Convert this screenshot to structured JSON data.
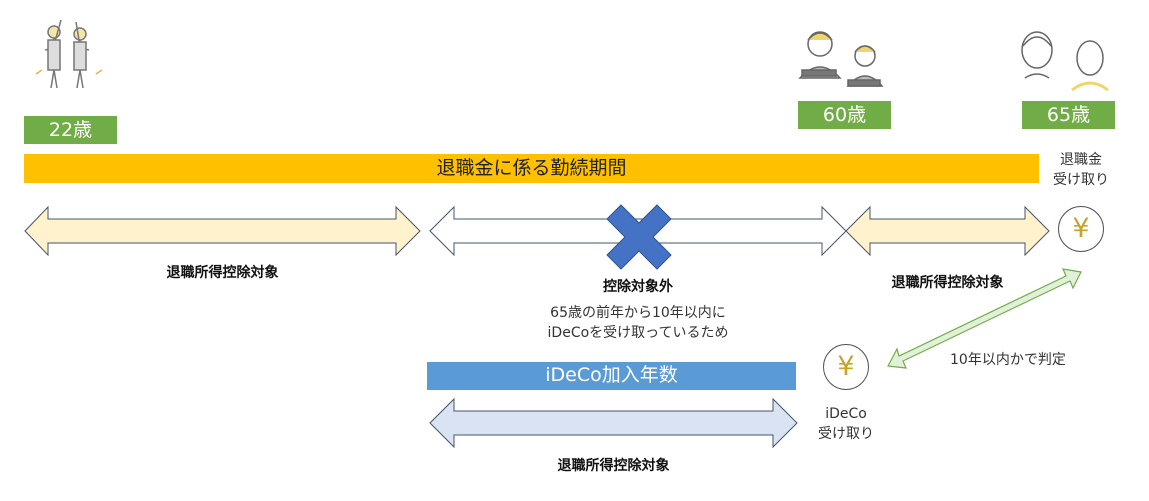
{
  "milestones": [
    {
      "age_label": "22歳",
      "illustration": "new-employees-cheering"
    },
    {
      "age_label": "60歳",
      "illustration": "couple-reading"
    },
    {
      "age_label": "65歳",
      "illustration": "elderly-couple"
    }
  ],
  "tenure_bar": {
    "label": "退職金に係る勤続期間",
    "color": "#ffc000"
  },
  "retirement_receipt": {
    "line1": "退職金",
    "line2": "受け取り",
    "icon": "yen-icon"
  },
  "ideco_receipt": {
    "line1": "iDeCo",
    "line2": "受け取り",
    "icon": "yen-icon"
  },
  "segments": [
    {
      "label": "退職所得控除対象",
      "fill": "#fff2cc"
    },
    {
      "label": "控除対象外",
      "note_line1": "65歳の前年から10年以内に",
      "note_line2": "iDeCoを受け取っているため",
      "fill": "#ffffff",
      "marker": "x-mark-icon"
    },
    {
      "label": "退職所得控除対象",
      "fill": "#fff2cc"
    }
  ],
  "ideco_bar": {
    "label": "iDeCo加入年数",
    "color": "#5b9bd5"
  },
  "ideco_segment": {
    "label": "退職所得控除対象",
    "fill": "#dae3f3"
  },
  "judgement": {
    "label": "10年以内かで判定",
    "arrow_fill": "#e2f0d9",
    "arrow_stroke": "#70ad47"
  },
  "colors": {
    "age_badge": "#70ad47",
    "x_mark": "#4472c4",
    "yen": "#c9a227"
  }
}
